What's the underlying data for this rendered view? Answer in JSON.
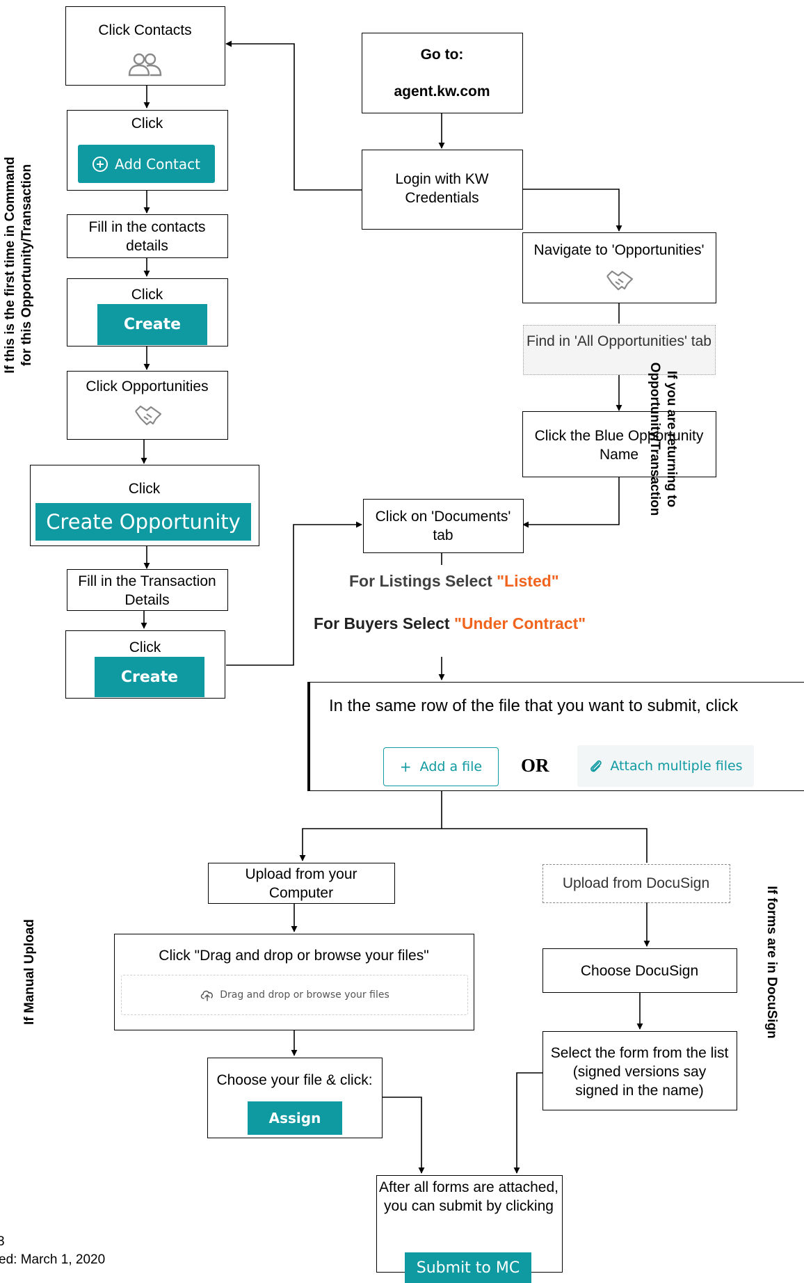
{
  "steps": {
    "click_contacts": "Click Contacts",
    "click_add_contact": "Click",
    "add_contact_btn": "Add Contact",
    "fill_contacts": "Fill in the contacts details",
    "click_create_1": "Click",
    "create_btn_1": "Create",
    "click_opportunities": "Click Opportunities",
    "click_create_opp": "Click",
    "create_opp_btn": "Create Opportunity",
    "fill_transaction": "Fill in the Transaction Details",
    "click_create_2": "Click",
    "create_btn_2": "Create",
    "go_to": "Go to:",
    "url": "agent.kw.com",
    "login": "Login with KW Credentials",
    "navigate": "Navigate to 'Opportunities'",
    "find_all": "Find in 'All Opportunities' tab",
    "click_blue": "Click the Blue Opportunity Name",
    "documents_tab": "Click on 'Documents' tab",
    "listings_prefix": "For Listings Select ",
    "listings_value": "\"Listed\"",
    "buyers_prefix": "For Buyers Select ",
    "buyers_value": "\"Under Contract\"",
    "same_row": "In the same row of the file that you want to submit, click",
    "add_file_btn": "Add a file",
    "or": "OR",
    "attach_multiple_btn": "Attach multiple files",
    "upload_computer": "Upload from your Computer",
    "upload_docusign": "Upload from DocuSign",
    "drag_drop_instruction": "Click \"Drag and drop or browse your files\"",
    "drag_drop_zone": "Drag and drop or browse your files",
    "choose_docusign": "Choose DocuSign",
    "choose_file": "Choose your file & click:",
    "assign_btn": "Assign",
    "select_form": "Select the form from the list (signed versions say signed in the name)",
    "after_all": "After all forms are attached, you can submit by clicking",
    "submit_btn": "Submit to MC"
  },
  "side_labels": {
    "first_time_line1": "If this is the first time in Command",
    "first_time_line2": "for this Opportunity/Transaction",
    "returning_line1": "If you are returning to",
    "returning_line2": "Opportunity/Transaction",
    "manual_upload": "If Manual Upload",
    "docusign": "If forms are in DocuSign"
  },
  "footer": {
    "line1": "3",
    "line2": "ed: March 1, 2020"
  },
  "colors": {
    "teal": "#0f9aa2",
    "orange": "#f0641e",
    "dark_gray": "#404040"
  }
}
